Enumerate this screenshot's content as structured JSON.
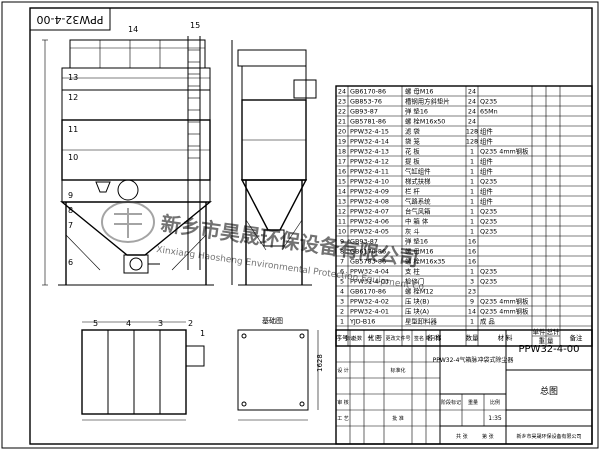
{
  "drawing_code_rotated": "PPW32-4-00",
  "drawing_code": "PPW32-4-00",
  "drawing_name": "总图",
  "product_title": "PPW32-4气箱脉冲袋式除尘器",
  "company": "新乡市昊晟环保设备有限公司",
  "dimension_label": "1628",
  "section_label": "基础图",
  "view_numbers": {
    "front": [
      "14",
      "15",
      "13",
      "12",
      "11",
      "10",
      "9",
      "8",
      "7",
      "6"
    ],
    "plan": [
      "5",
      "4",
      "3",
      "2",
      "1"
    ]
  },
  "watermark": {
    "cn": "新乡市昊晟环保设备有限公司",
    "en": "Xinxiang Haosheng Environmental Protection Equipment Co."
  },
  "bom_rows": [
    {
      "no": "24",
      "code": "GB6170-86",
      "name": "螺 母M16",
      "qty": "24",
      "mat": "",
      "note": ""
    },
    {
      "no": "23",
      "code": "GB853-76",
      "name": "槽钢用方斜垫片",
      "qty": "24",
      "mat": "Q235",
      "note": ""
    },
    {
      "no": "22",
      "code": "GB93-87",
      "name": "弹 垫16",
      "qty": "24",
      "mat": "65Mn",
      "note": ""
    },
    {
      "no": "21",
      "code": "GB5781-86",
      "name": "螺 栓M16x50",
      "qty": "24",
      "mat": "",
      "note": ""
    },
    {
      "no": "20",
      "code": "PPW32-4-15",
      "name": "滤 袋",
      "qty": "128",
      "mat": "组件",
      "note": ""
    },
    {
      "no": "19",
      "code": "PPW32-4-14",
      "name": "袋 笼",
      "qty": "128",
      "mat": "组件",
      "note": ""
    },
    {
      "no": "18",
      "code": "PPW32-4-13",
      "name": "花 板",
      "qty": "1",
      "mat": "Q235 4mm钢板",
      "note": ""
    },
    {
      "no": "17",
      "code": "PPW32-4-12",
      "name": "提 板",
      "qty": "1",
      "mat": "组件",
      "note": ""
    },
    {
      "no": "16",
      "code": "PPW32-4-11",
      "name": "气缸组件",
      "qty": "1",
      "mat": "组件",
      "note": ""
    },
    {
      "no": "15",
      "code": "PPW32-4-10",
      "name": "梯式扶梯",
      "qty": "1",
      "mat": "Q235",
      "note": ""
    },
    {
      "no": "14",
      "code": "PPW32-4-09",
      "name": "栏 杆",
      "qty": "1",
      "mat": "组件",
      "note": ""
    },
    {
      "no": "13",
      "code": "PPW32-4-08",
      "name": "气路系统",
      "qty": "1",
      "mat": "组件",
      "note": ""
    },
    {
      "no": "12",
      "code": "PPW32-4-07",
      "name": "台气风箱",
      "qty": "1",
      "mat": "Q235",
      "note": ""
    },
    {
      "no": "11",
      "code": "PPW32-4-06",
      "name": "中 箱 体",
      "qty": "1",
      "mat": "Q235",
      "note": ""
    },
    {
      "no": "10",
      "code": "PPW32-4-05",
      "name": "灰 斗",
      "qty": "1",
      "mat": "Q235",
      "note": ""
    },
    {
      "no": "9",
      "code": "GB93-87",
      "name": "弹 垫16",
      "qty": "16",
      "mat": "",
      "note": ""
    },
    {
      "no": "8",
      "code": "GB6170-86",
      "name": "螺 母M16",
      "qty": "16",
      "mat": "",
      "note": ""
    },
    {
      "no": "7",
      "code": "GB5783-86",
      "name": "螺 栓M16x35",
      "qty": "16",
      "mat": "",
      "note": ""
    },
    {
      "no": "6",
      "code": "PPW32-4-04",
      "name": "支 柱",
      "qty": "1",
      "mat": "Q235",
      "note": ""
    },
    {
      "no": "5",
      "code": "PPW32-4-03",
      "name": "检修门",
      "qty": "3",
      "mat": "Q235",
      "note": ""
    },
    {
      "no": "4",
      "code": "GB6170-86",
      "name": "螺 栓M12",
      "qty": "23",
      "mat": "",
      "note": ""
    },
    {
      "no": "3",
      "code": "PPW32-4-02",
      "name": "压 块(B)",
      "qty": "9",
      "mat": "Q235 4mm钢板",
      "note": ""
    },
    {
      "no": "2",
      "code": "PPW32-4-01",
      "name": "压 块(A)",
      "qty": "14",
      "mat": "Q235 4mm钢板",
      "note": ""
    },
    {
      "no": "1",
      "code": "YJD-B16",
      "name": "星型卸料器",
      "qty": "1",
      "mat": "成 品",
      "note": ""
    }
  ],
  "bom_header": {
    "no": "序号",
    "code": "代 号",
    "name": "名 称",
    "qty": "数量",
    "mat": "材 料",
    "unit_weight": "单件",
    "total_weight": "总计",
    "weight": "重 量",
    "note": "备注"
  },
  "title_block": {
    "design": "设 计",
    "mark": "标记",
    "count": "处数",
    "zone": "分 区",
    "change_doc": "更改文件号",
    "sign": "签名",
    "date": "年月日",
    "standard": "标准化",
    "stage": "阶段标记",
    "weight": "重量",
    "scale_label": "比例",
    "scale": "1:35",
    "check": "审 核",
    "process": "工 艺",
    "approve": "批 准",
    "sheets": "共 张",
    "sheet": "第 张"
  }
}
